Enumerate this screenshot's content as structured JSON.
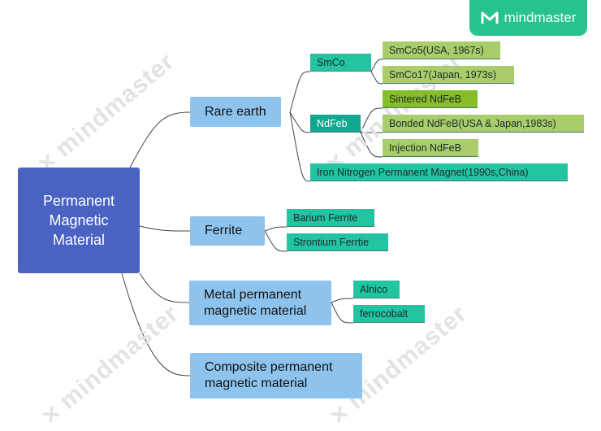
{
  "brand": {
    "label": "mindmaster",
    "icon": "mindmaster-logo-icon"
  },
  "watermark": "mindmaster",
  "root": {
    "label": "Permanent Magnetic Material"
  },
  "branches": {
    "rare_earth": {
      "label": "Rare earth",
      "smco": {
        "label": "SmCo",
        "items": [
          "SmCo5(USA, 1967s)",
          "SmCo17(Japan, 1973s)"
        ]
      },
      "ndfeb": {
        "label": "NdFeb",
        "items": [
          "Sintered NdFeB",
          "Bonded NdFeB(USA & Japan,1983s)",
          "Injection NdFeB"
        ]
      },
      "iron_nitrogen": "Iron Nitrogen Permanent Magnet(1990s,China)"
    },
    "ferrite": {
      "label": "Ferrite",
      "items": [
        "Barium Ferrite",
        "Strontium Ferrtie"
      ]
    },
    "metal": {
      "label": "Metal permanent magnetic material",
      "items": [
        "Alnico",
        "ferrocobalt"
      ]
    },
    "composite": {
      "label": "Composite permanent magnetic material"
    }
  },
  "colors": {
    "root": "#4a63c2",
    "level1": "#8ec3ed",
    "teal": "#22c4a2",
    "teal_selected": "#10a890",
    "green": "#a9cd6a",
    "green_selected": "#86bd2a",
    "connector": "#444444",
    "brand": "#27c28f"
  }
}
